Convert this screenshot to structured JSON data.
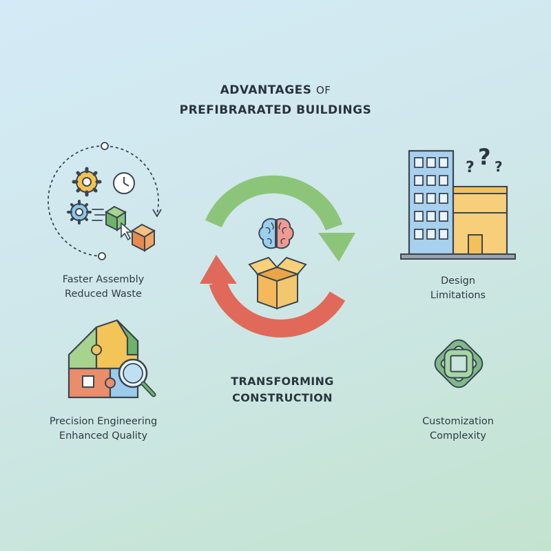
{
  "title": {
    "line1_main": "ADVANTAGES",
    "line1_small": "OF",
    "line2": "PREFIBRARATED BUILDINGS"
  },
  "center": {
    "line1": "TRANSFORMING",
    "line2": "CONSTRUCTION"
  },
  "advantages": [
    {
      "line1": "Faster Assembly",
      "line2": "Reduced Waste"
    },
    {
      "line1": "Precision Engineering",
      "line2": "Enhanced Quality"
    }
  ],
  "challenges": [
    {
      "line1": "Design",
      "line2": "Limitations"
    },
    {
      "line1": "Customization",
      "line2": "Complexity"
    }
  ],
  "colors": {
    "green_arrow": "#8cc57a",
    "red_arrow": "#e0695a",
    "outline": "#3a4550",
    "building_blue": "#a8d0ef",
    "building_yellow": "#f7cf7a",
    "knot_green": "#7fb88a"
  }
}
